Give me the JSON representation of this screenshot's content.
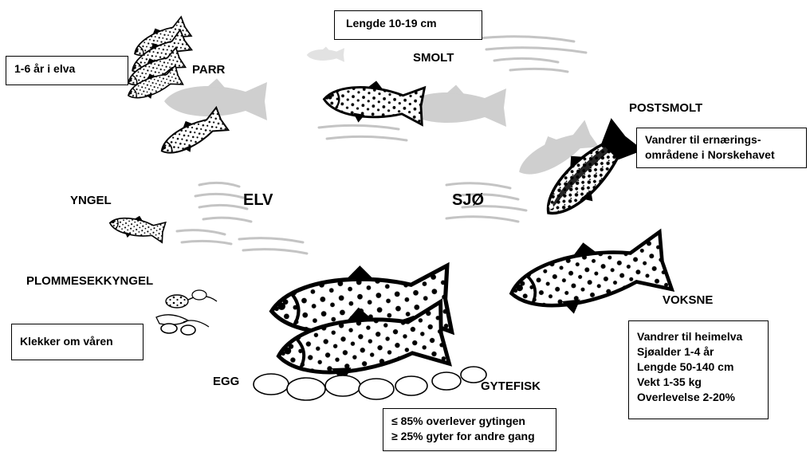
{
  "stages": {
    "parr": "PARR",
    "smolt": "SMOLT",
    "postsmolt": "POSTSMOLT",
    "yngel": "YNGEL",
    "plommesekkyngel": "PLOMMESEKKYNGEL",
    "egg": "EGG",
    "gytefisk": "GYTEFISK",
    "voksne": "VOKSNE"
  },
  "habitats": {
    "river": "ELV",
    "sea": "SJØ"
  },
  "notes": {
    "parr": "1-6  år i elva",
    "smolt": "Lengde 10-19 cm",
    "postsmolt": [
      "Vandrer til ernærings-",
      "områdene i Norskehavet"
    ],
    "plommesekkyngel": "Klekker om våren",
    "gytefisk": [
      "≤ 85% overlever gytingen",
      "≥ 25% gyter for andre gang"
    ],
    "voksne": [
      "Vandrer til heimelva",
      "Sjøalder 1-4 år",
      "Lengde 50-140 cm",
      "Vekt 1-35 kg",
      "Overlevelse 2-20%"
    ]
  },
  "colors": {
    "ink": "#000000",
    "ghost": "#c4c4c4",
    "paper": "#ffffff"
  }
}
